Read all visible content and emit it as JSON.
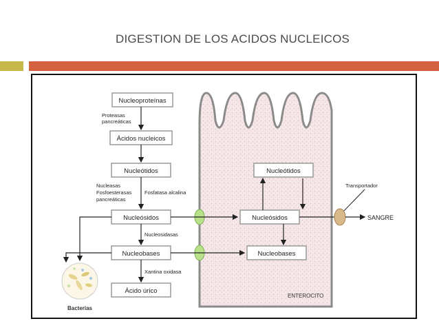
{
  "title": "DIGESTION DE LOS ACIDOS NUCLEICOS",
  "colors": {
    "accent_left": "#c8b84a",
    "accent_right": "#d4603e",
    "cell_fill": "#f4e4e6",
    "transporter": "#b8e28a"
  },
  "left_chain": {
    "nucleoproteinas": "Nucleoproteínas",
    "acidos_nucleicos": "Ácidos nucleicos",
    "nucleotidos": "Nucleótidos",
    "nucleosidos": "Nucleósidos",
    "nucleobases": "Nucleobases",
    "acido_urico": "Ácido úrico"
  },
  "enzymes": {
    "proteasas_1": "Proteasas",
    "proteasas_2": "pancreáticas",
    "nucleasas_1": "Nucleasas",
    "nucleasas_2": "Fosfoesterasas",
    "nucleasas_3": "pancreáticas",
    "fosfatasa": "Fosfatasa alcalina",
    "nucleosidasas": "Nucleosidasas",
    "xantina": "Xantina oxidasa"
  },
  "cell": {
    "nucleotidos": "Nucleótidos",
    "nucleosidos": "Nucleósidos",
    "nucleobases": "Nucleobases",
    "label": "ENTEROCITO"
  },
  "transportador": "Transportador",
  "sangre": "SANGRE",
  "bacterias": "Bacterias"
}
